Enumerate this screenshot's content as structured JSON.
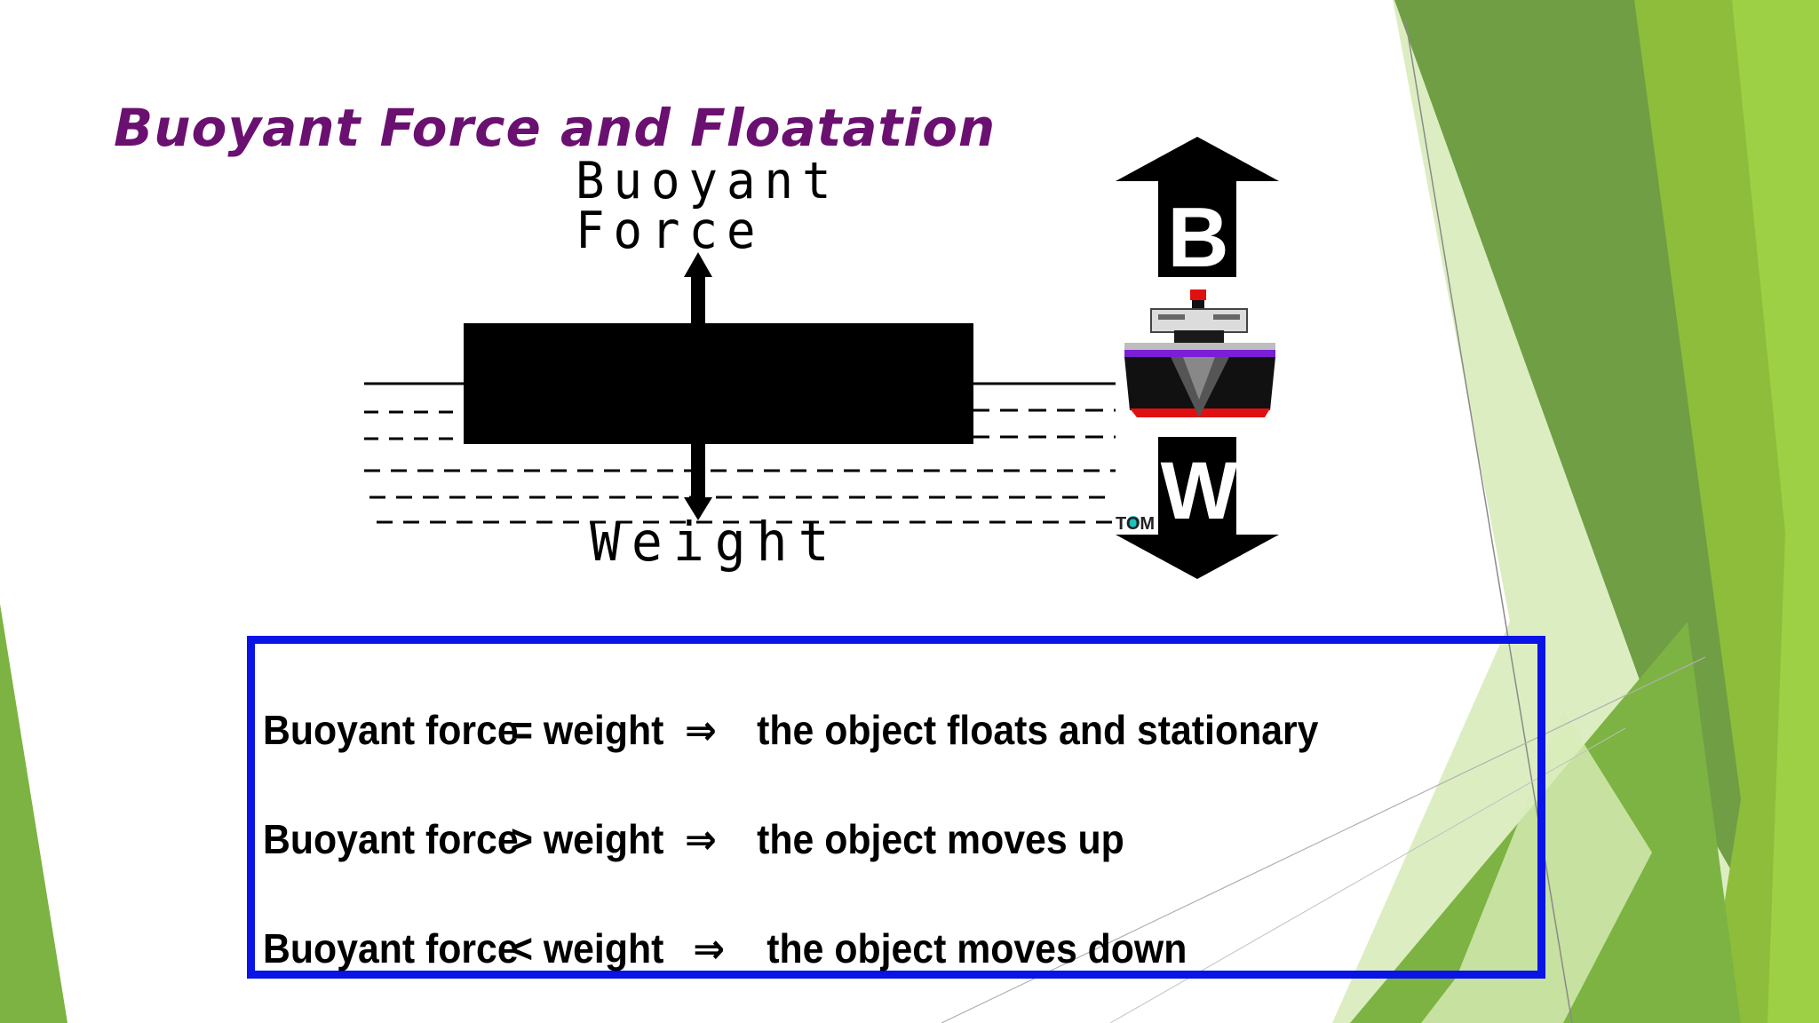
{
  "slide": {
    "title": "Buoyant Force and Floatation"
  },
  "diagram_left": {
    "label_top_line1": "Buoyant",
    "label_top_line2": "Force",
    "label_bottom": "Weight"
  },
  "diagram_right": {
    "arrow_up_letter": "B",
    "arrow_down_letter": "W",
    "watermark": "TOM"
  },
  "rules": [
    {
      "subject": "Buoyant force",
      "relation": "= weight",
      "implies": "⇒",
      "result": "the object floats  and stationary"
    },
    {
      "subject": "Buoyant force",
      "relation": "> weight",
      "implies": "⇒",
      "result": "the object moves up"
    },
    {
      "subject": "Buoyant force",
      "relation": "<  weight",
      "implies": "⇒",
      "result": "the object moves down"
    }
  ],
  "colors": {
    "title": "#6a1070",
    "box_border": "#0a14e6",
    "green_dark": "#4f8a1e",
    "green_mid": "#7cb342",
    "green_light": "#a5d35b",
    "ship_hull_accent": "#e01010",
    "ship_deck_accent": "#7a1fd6"
  }
}
